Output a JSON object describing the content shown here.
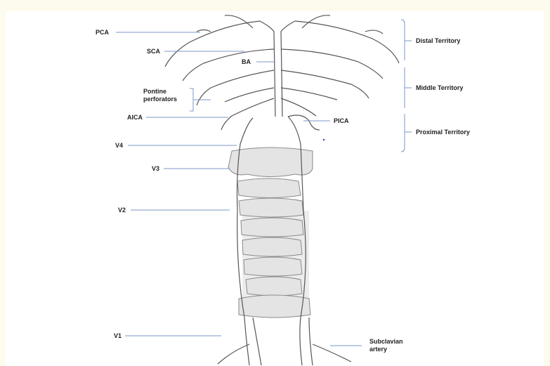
{
  "labels": {
    "pca": "PCA",
    "sca": "SCA",
    "ba": "BA",
    "pontine": "Pontine perforators",
    "aica": "AICA",
    "pica": "PICA",
    "v4": "V4",
    "v3": "V3",
    "v2": "V2",
    "v1": "V1",
    "subclavian": "Subclavian artery"
  },
  "territories": {
    "distal": "Distal Territory",
    "middle": "Middle Territory",
    "proximal": "Proximal Territory"
  },
  "colors": {
    "page_background": "#fdfbee",
    "panel": "#ffffff",
    "leader_line": "#7b97c9",
    "vessel": "#555555",
    "bone_fill": "#e6e6e6"
  }
}
